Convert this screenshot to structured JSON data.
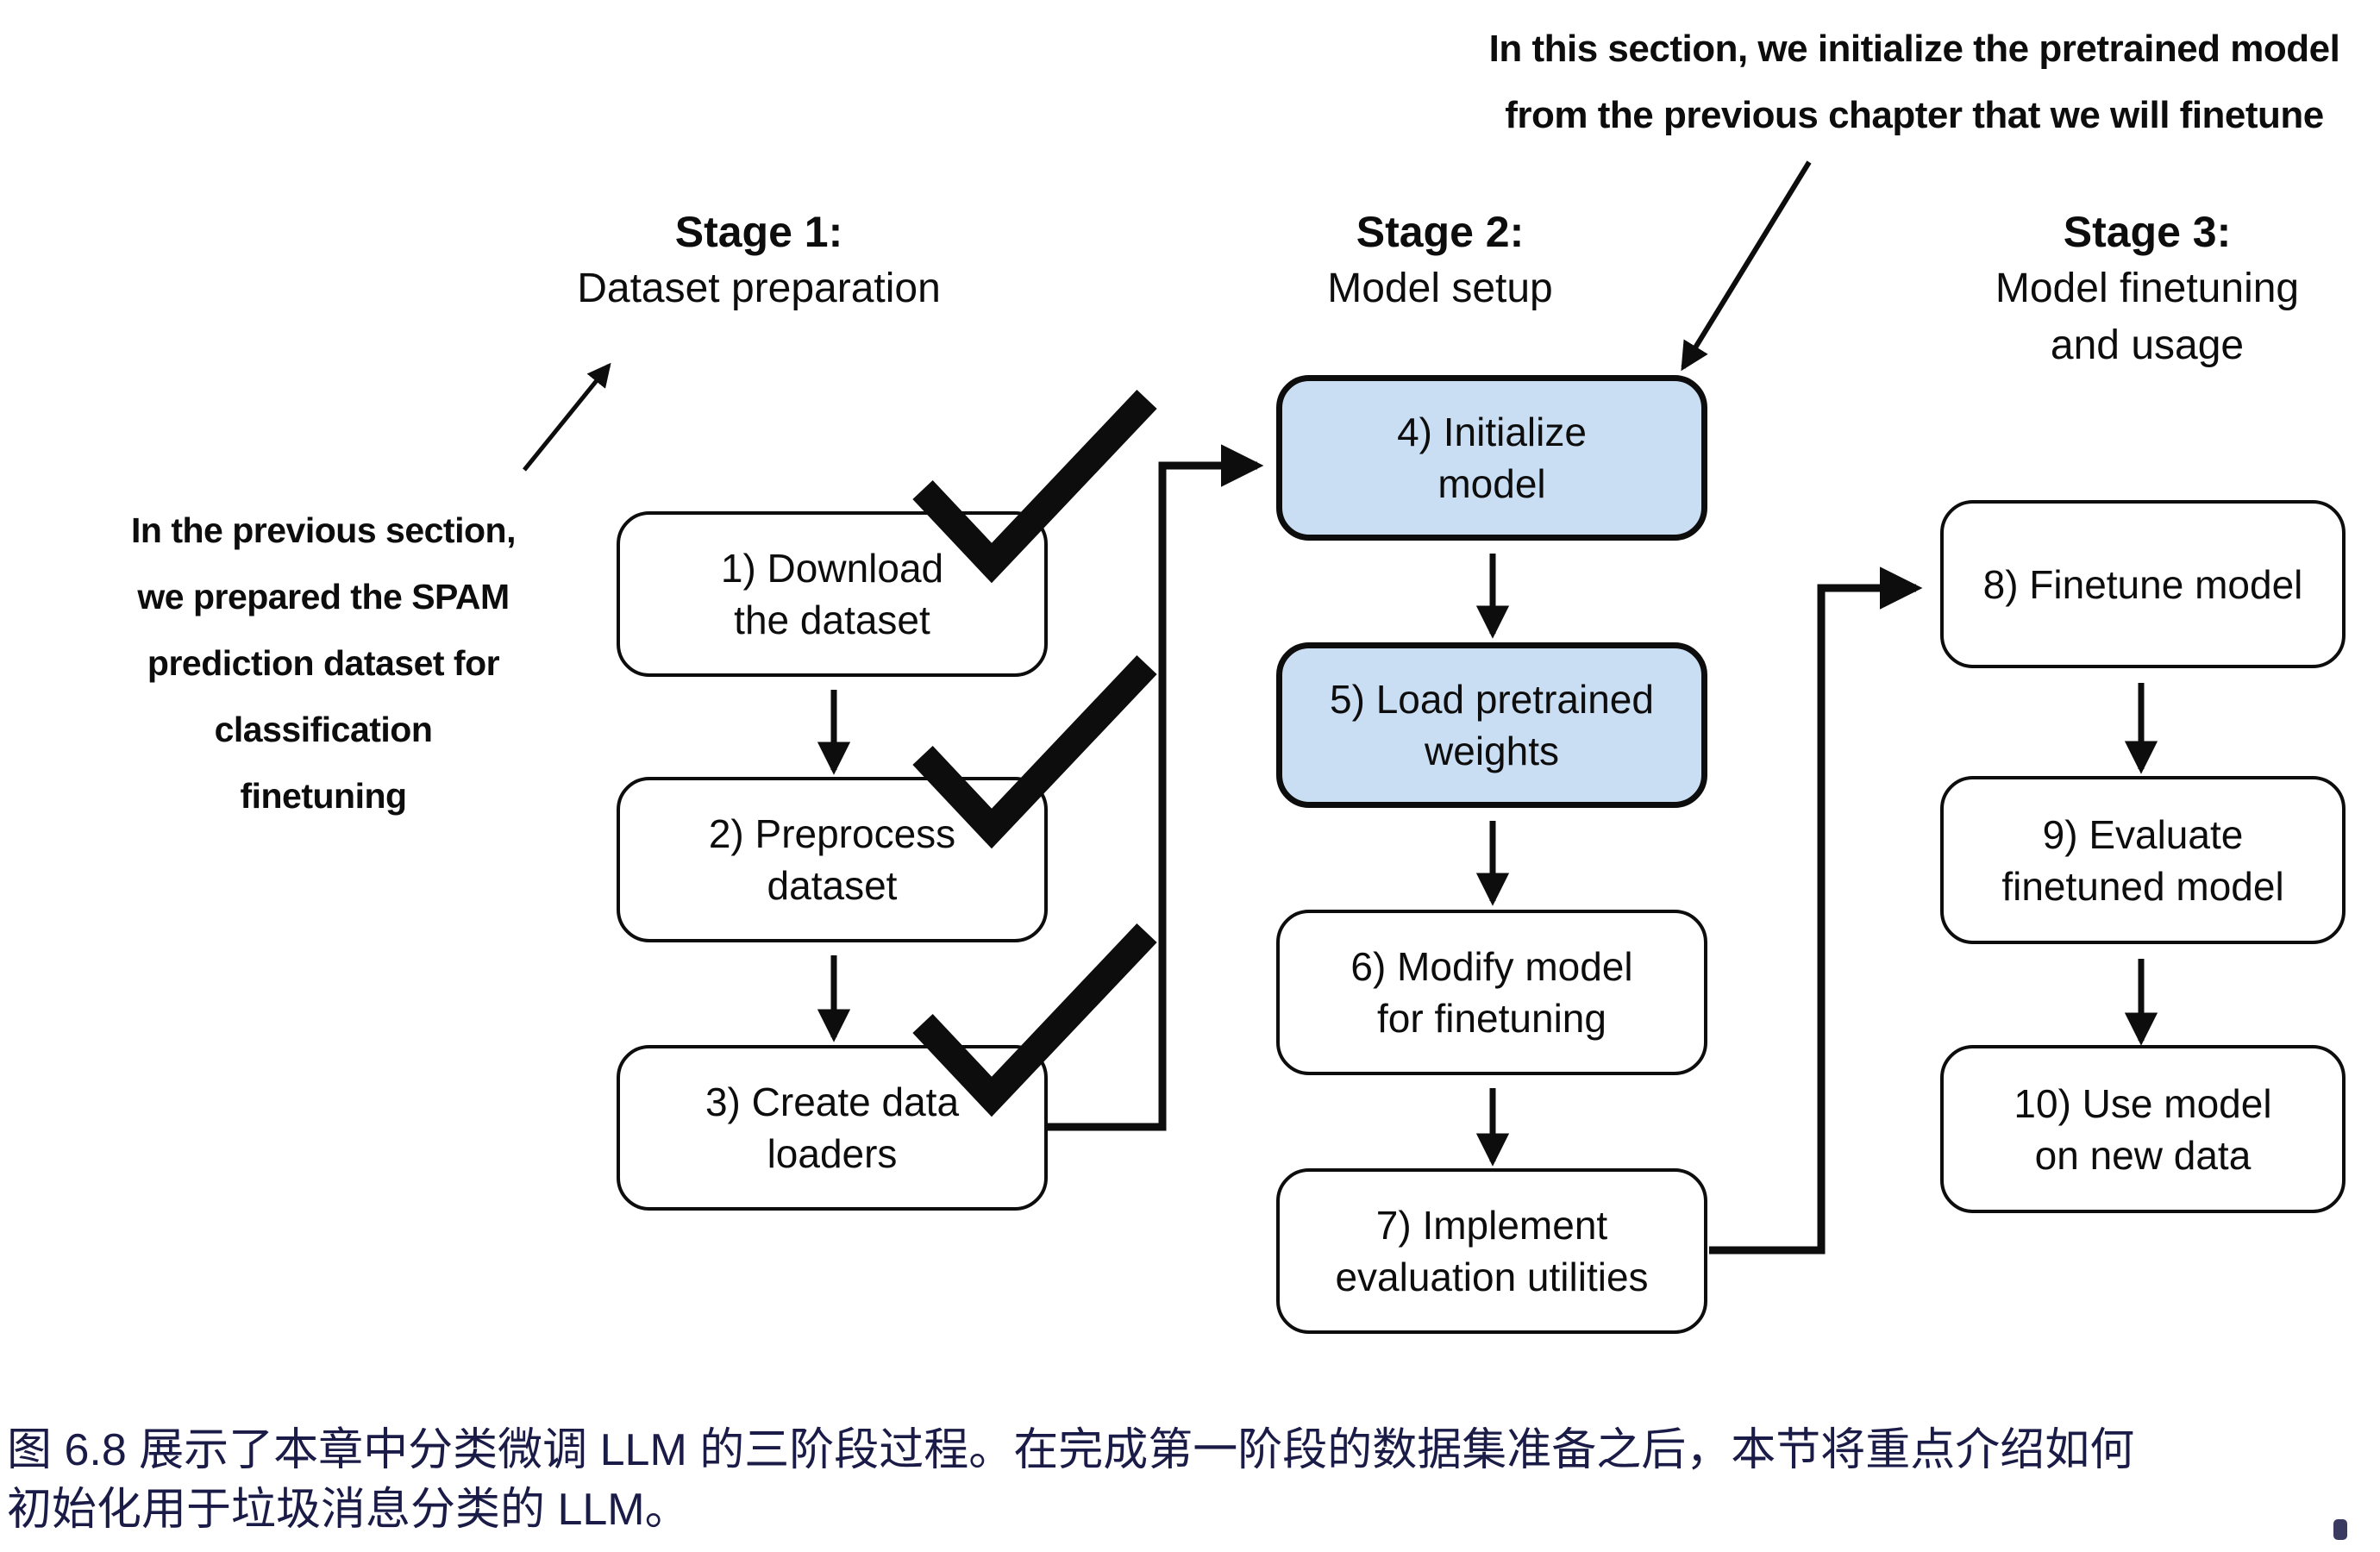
{
  "figure": {
    "top_annotation": "In this section, we initialize the pretrained model\nfrom the previous chapter that we will finetune",
    "left_annotation": "In the previous section,\nwe prepared the SPAM\nprediction dataset for\nclassification finetuning",
    "stages": [
      {
        "title": "Stage 1:",
        "subtitle": "Dataset preparation"
      },
      {
        "title": "Stage 2:",
        "subtitle": "Model setup"
      },
      {
        "title": "Stage 3:",
        "subtitle": "Model finetuning\nand usage"
      }
    ],
    "boxes": [
      {
        "label": "1) Download\nthe dataset",
        "checked": true,
        "highlighted": false
      },
      {
        "label": "2) Preprocess\ndataset",
        "checked": true,
        "highlighted": false
      },
      {
        "label": "3) Create data\nloaders",
        "checked": true,
        "highlighted": false
      },
      {
        "label": "4) Initialize\nmodel",
        "checked": false,
        "highlighted": true
      },
      {
        "label": "5) Load pretrained\nweights",
        "checked": false,
        "highlighted": true
      },
      {
        "label": "6) Modify model\nfor finetuning",
        "checked": false,
        "highlighted": false
      },
      {
        "label": "7) Implement\nevaluation utilities",
        "checked": false,
        "highlighted": false
      },
      {
        "label": "8) Finetune model",
        "checked": false,
        "highlighted": false
      },
      {
        "label": "9) Evaluate\nfinetuned model",
        "checked": false,
        "highlighted": false
      },
      {
        "label": "10) Use model\non new data",
        "checked": false,
        "highlighted": false
      }
    ],
    "caption": "图 6.8 展示了本章中分类微调 LLM 的三阶段过程。在完成第一阶段的数据集准备之后，本节将重点介绍如何\n初始化用于垃圾消息分类的 LLM。",
    "icons": {
      "checkmark": "✓"
    },
    "colors": {
      "highlight_fill": "#c9ddf3",
      "line_and_border": "#0d0d0d",
      "caption_text": "#1b1b47",
      "background": "#ffffff"
    }
  }
}
